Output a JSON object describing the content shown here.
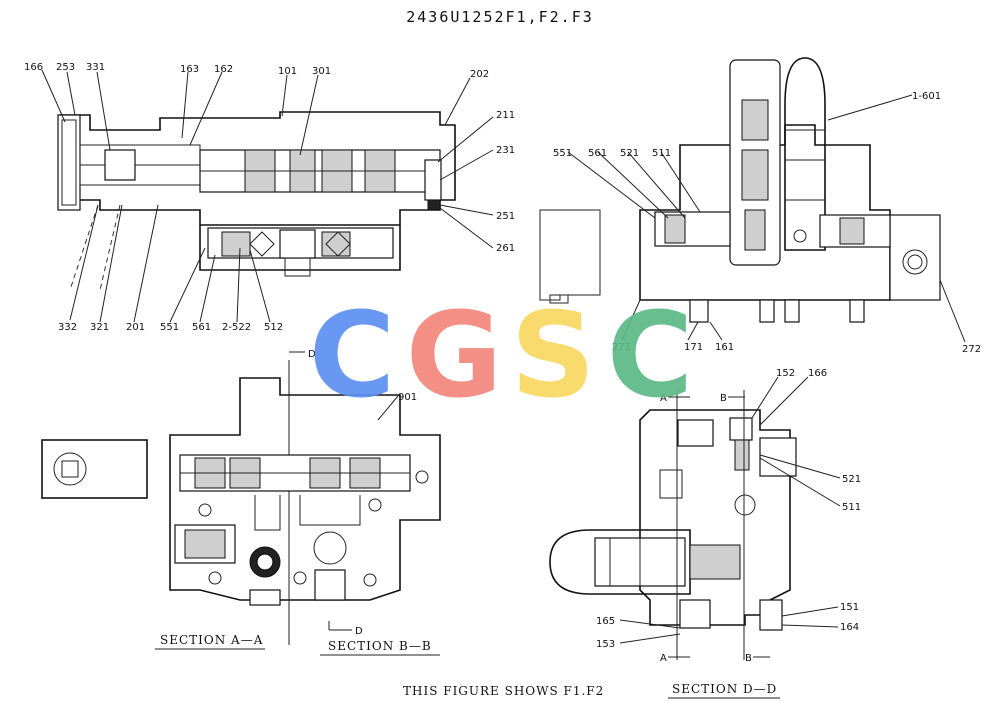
{
  "title": "2436U1252F1,F2.F3",
  "watermark": {
    "letters": [
      "C",
      "G",
      "S",
      "C"
    ],
    "colors": [
      "#5b8ff0",
      "#f2857a",
      "#f8d760",
      "#5cb887"
    ]
  },
  "part_labels": {
    "l166a": "166",
    "l253": "253",
    "l331": "331",
    "l163": "163",
    "l162": "162",
    "l101": "101",
    "l301": "301",
    "l202": "202",
    "l211": "211",
    "l231": "231",
    "l251": "251",
    "l261": "261",
    "l332": "332",
    "l321": "321",
    "l201": "201",
    "l551a": "551",
    "l561a": "561",
    "l2522": "2-522",
    "l512": "512",
    "l1601": "1-601",
    "l551b": "551",
    "l561b": "561",
    "l521a": "521",
    "l511a": "511",
    "l271": "271",
    "l171": "171",
    "l161": "161",
    "l272": "272",
    "l901": "901",
    "l152": "152",
    "l166b": "166",
    "l521b": "521",
    "l511b": "511",
    "l165": "165",
    "l153": "153",
    "l151": "151",
    "l164": "164"
  },
  "section_marks": {
    "d_top": "D",
    "d_bottom": "D",
    "a_top": "A",
    "b_top": "B",
    "a_bottom": "A",
    "b_bottom": "B"
  },
  "captions": {
    "section_aa": "SECTION A—A",
    "section_bb": "SECTION B—B",
    "section_dd": "SECTION D—D",
    "figure_note": "THIS FIGURE SHOWS F1.F2"
  }
}
